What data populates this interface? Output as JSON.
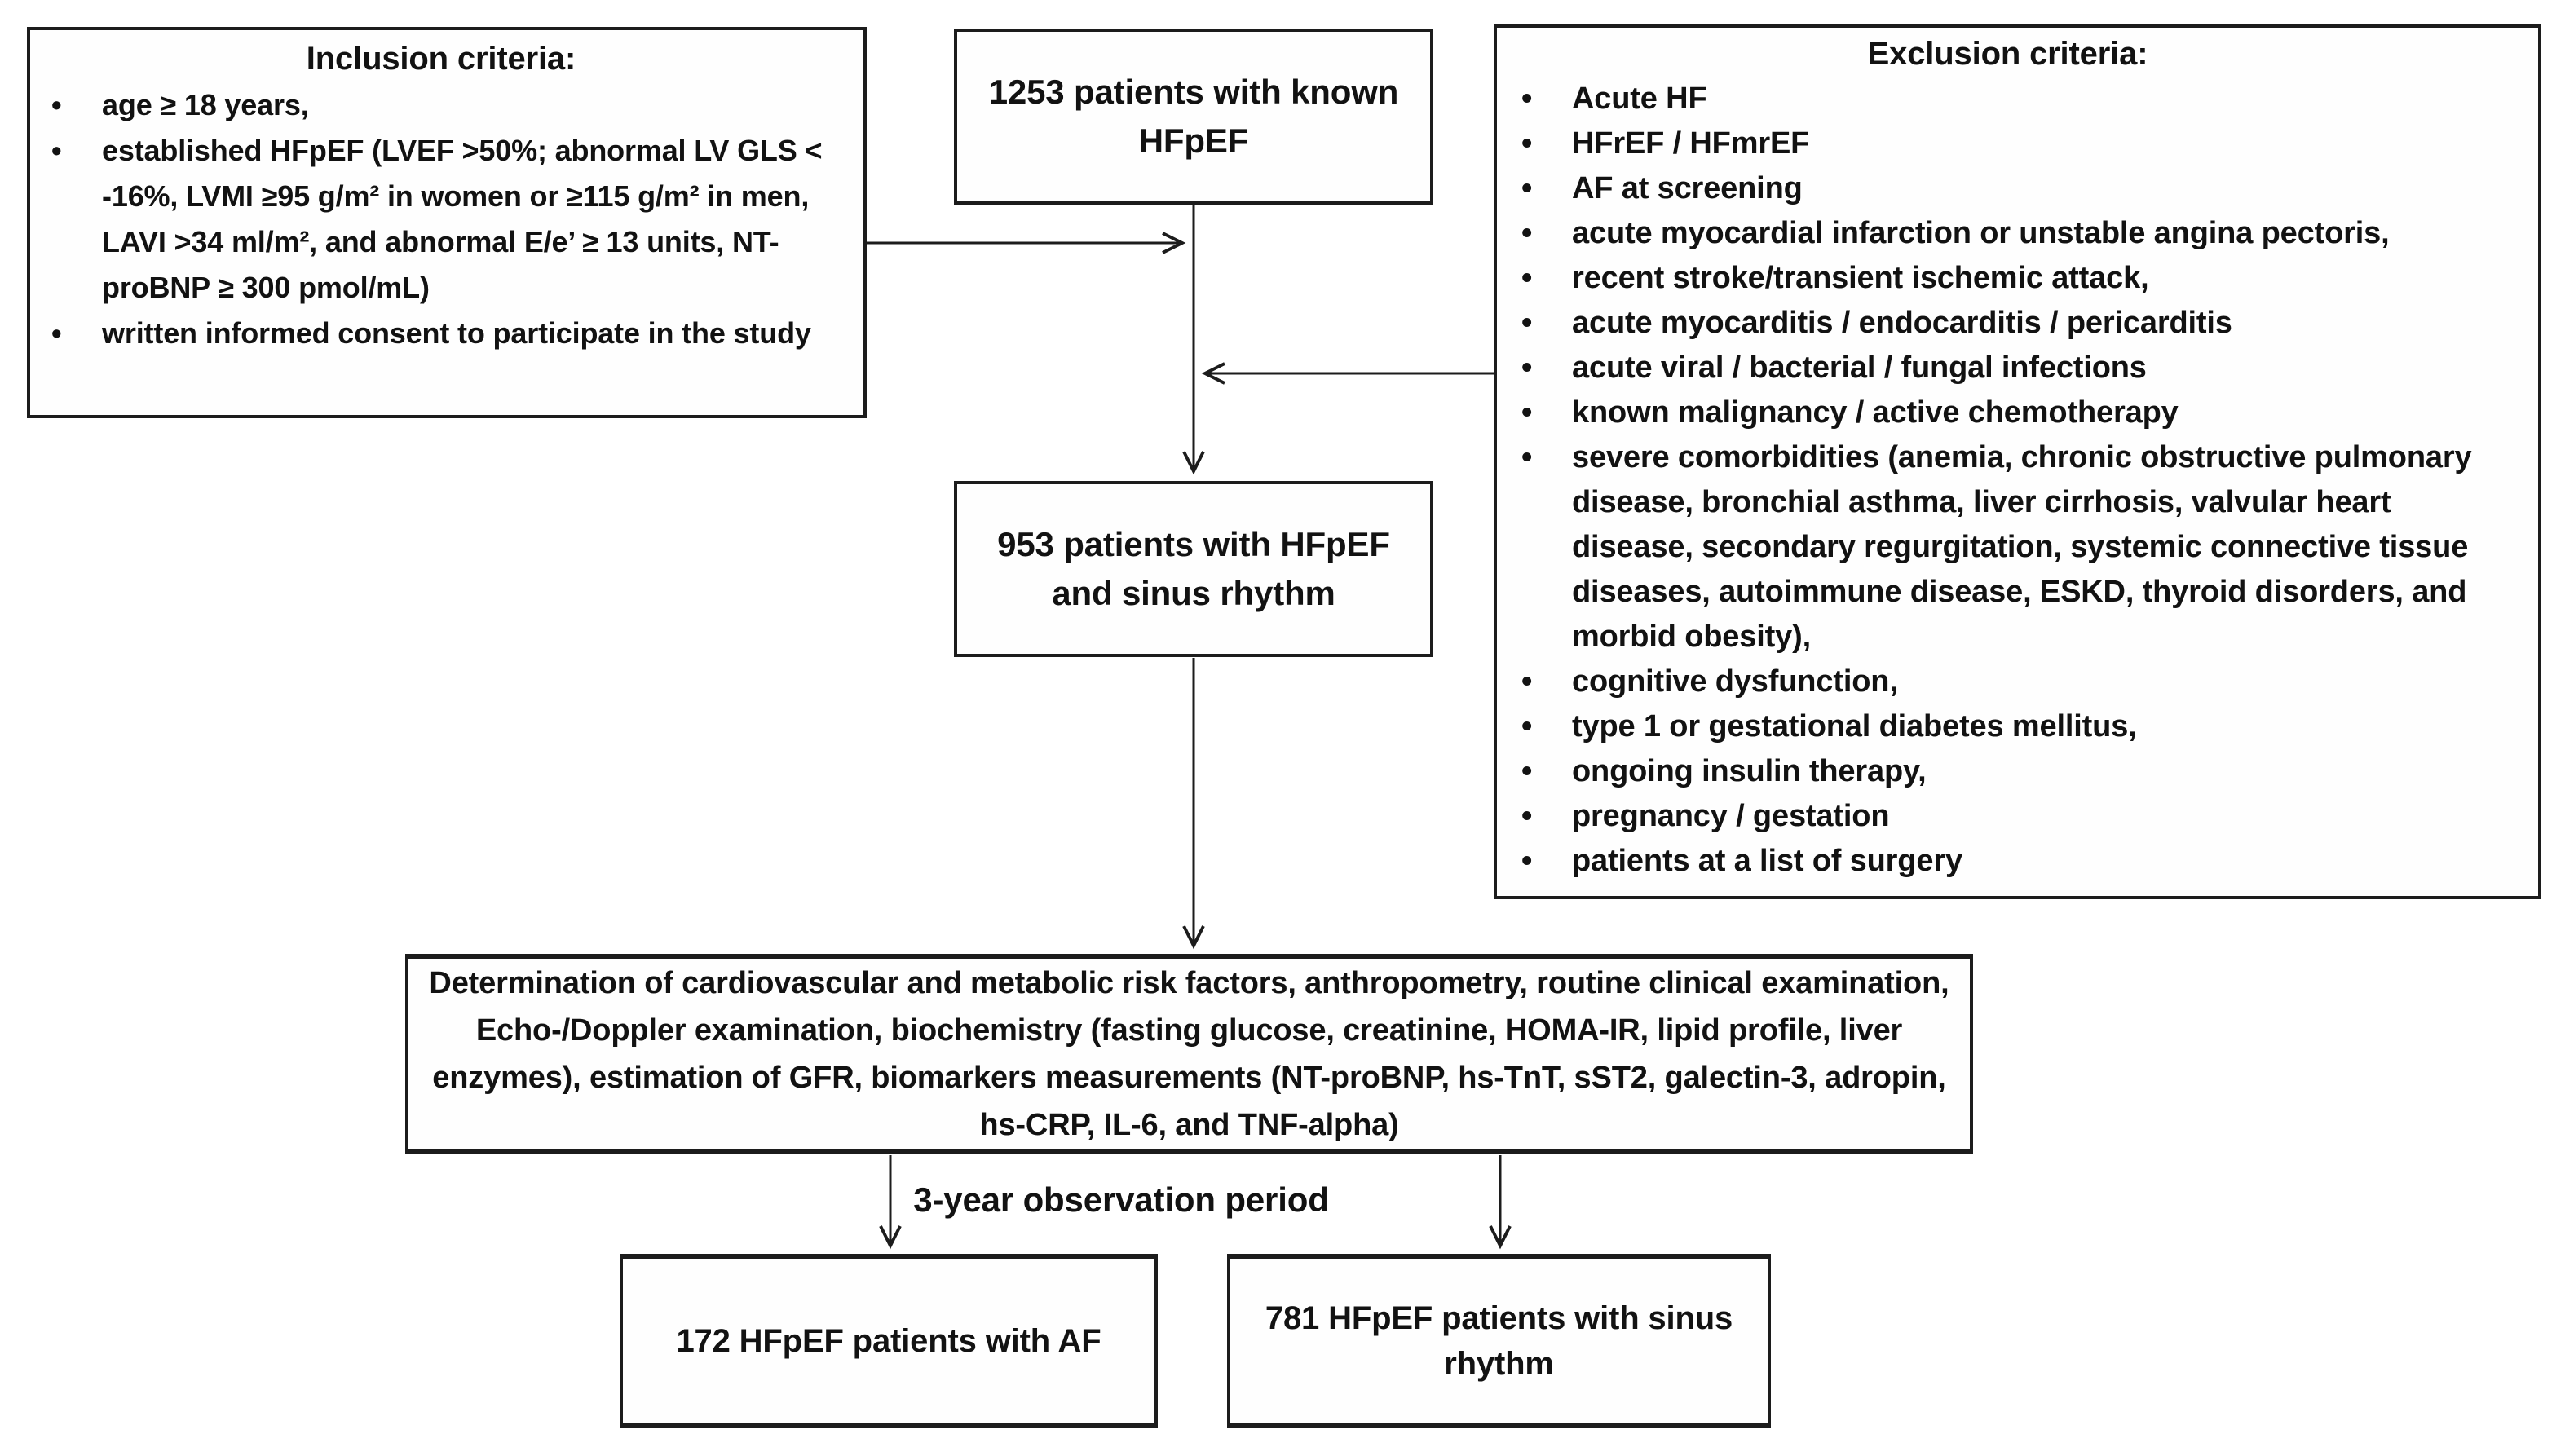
{
  "figure": {
    "background": "#ffffff",
    "line_color": "#1c1c1c",
    "text_color": "#121212",
    "bullet_glyph": "•"
  },
  "inclusion": {
    "title": "Inclusion criteria:",
    "items": [
      "age ≥ 18 years,",
      "established HFpEF (LVEF >50%; abnormal LV GLS < -16%, LVMI ≥95 g/m² in women or ≥115 g/m² in men, LAVI >34 ml/m², and abnormal E/e’ ≥ 13 units, NT-proBNP ≥ 300 pmol/mL)",
      "written informed consent to participate in the study"
    ]
  },
  "exclusion": {
    "title": "Exclusion criteria:",
    "items": [
      "Acute HF",
      "HFrEF / HFmrEF",
      "AF at screening",
      "acute myocardial infarction or unstable angina pectoris,",
      "recent stroke/transient ischemic attack,",
      "acute myocarditis / endocarditis / pericarditis",
      "acute viral / bacterial / fungal infections",
      "known malignancy / active chemotherapy",
      "severe comorbidities (anemia, chronic obstructive pulmonary disease, bronchial asthma, liver cirrhosis, valvular heart disease, secondary regurgitation, systemic connective tissue diseases, autoimmune disease, ESKD, thyroid disorders, and morbid obesity),",
      "cognitive dysfunction,",
      "type 1 or gestational diabetes mellitus,",
      "ongoing insulin therapy,",
      "pregnancy / gestation",
      "patients at a list of surgery"
    ]
  },
  "flow": {
    "screened": "1253 patients with known HFpEF",
    "sinus_rhythm": "953 patients with HFpEF and sinus rhythm",
    "workup": "Determination of cardiovascular and metabolic risk factors,  anthropometry, routine clinical examination, Echo-/Doppler examination, biochemistry (fasting glucose, creatinine, HOMA-IR, lipid profile, liver enzymes), estimation of GFR, biomarkers measurements (NT-proBNP, hs-TnT, sST2, galectin-3, adropin, hs-CRP,  IL-6, and TNF-alpha)",
    "observation_label": "3-year observation period",
    "outcome_af": "172 HFpEF patients with AF",
    "outcome_sinus": "781 HFpEF patients with sinus rhythm"
  },
  "edges": [
    {
      "from": "inclusion-criteria-box",
      "to": "flow-junction"
    },
    {
      "from": "exclusion-criteria-box",
      "to": "flow-junction"
    },
    {
      "from": "screened-box",
      "to": "sinus-rhythm-box"
    },
    {
      "from": "sinus-rhythm-box",
      "to": "workup-box"
    },
    {
      "from": "workup-box",
      "to": "outcome-af-box"
    },
    {
      "from": "workup-box",
      "to": "outcome-sinus-box"
    }
  ]
}
